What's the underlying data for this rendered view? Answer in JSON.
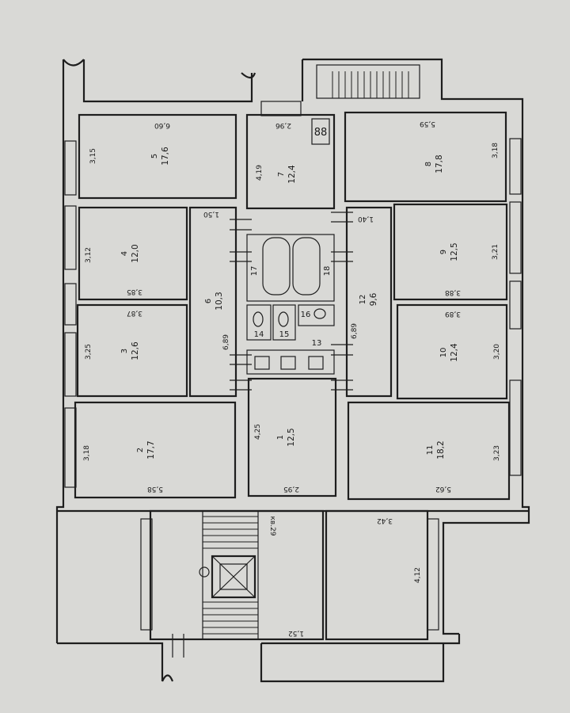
{
  "rooms": [
    {
      "id": "1",
      "area": "12,5"
    },
    {
      "id": "2",
      "area": "17,7"
    },
    {
      "id": "3",
      "area": "12,6"
    },
    {
      "id": "4",
      "area": "12,0"
    },
    {
      "id": "5",
      "area": "17,6"
    },
    {
      "id": "6",
      "area": "10,3"
    },
    {
      "id": "7",
      "area": "12,4"
    },
    {
      "id": "8",
      "area": "17,8"
    },
    {
      "id": "9",
      "area": "12,5"
    },
    {
      "id": "10",
      "area": "12,4"
    },
    {
      "id": "11",
      "area": "18,2"
    },
    {
      "id": "12",
      "area": "9,6"
    },
    {
      "id": "13",
      "area": ""
    },
    {
      "id": "14",
      "area": ""
    },
    {
      "id": "15",
      "area": ""
    },
    {
      "id": "16",
      "area": ""
    },
    {
      "id": "17",
      "area": ""
    },
    {
      "id": "18",
      "area": ""
    }
  ],
  "dimensions": {
    "r5_len": "6,60",
    "r5_wid": "3,15",
    "r7_len": "2,96",
    "r7_wid": "4,19",
    "r8_len": "5,59",
    "r8_wid": "3,18",
    "r6_top": "1,50",
    "r12_top": "1,40",
    "r4_wid": "3,12",
    "r4_len": "3,85",
    "r9_wid": "3,21",
    "r9_len": "3,88",
    "r3_len": "3,87",
    "r3_wid": "3,25",
    "r10_len": "3,89",
    "r10_wid": "3,20",
    "r6_len": "6,89",
    "r12_len": "6,89",
    "r1_wid": "4,25",
    "r1_len": "2,95",
    "r2_wid": "3,18",
    "r2_len": "5,58",
    "r11_wid": "3,23",
    "r11_len": "5,62",
    "stair_wid": "3,42",
    "stair_len": "4,12",
    "stair_bottom": "1,52"
  },
  "apartment_label": "кв.29",
  "stove_symbol": "88"
}
